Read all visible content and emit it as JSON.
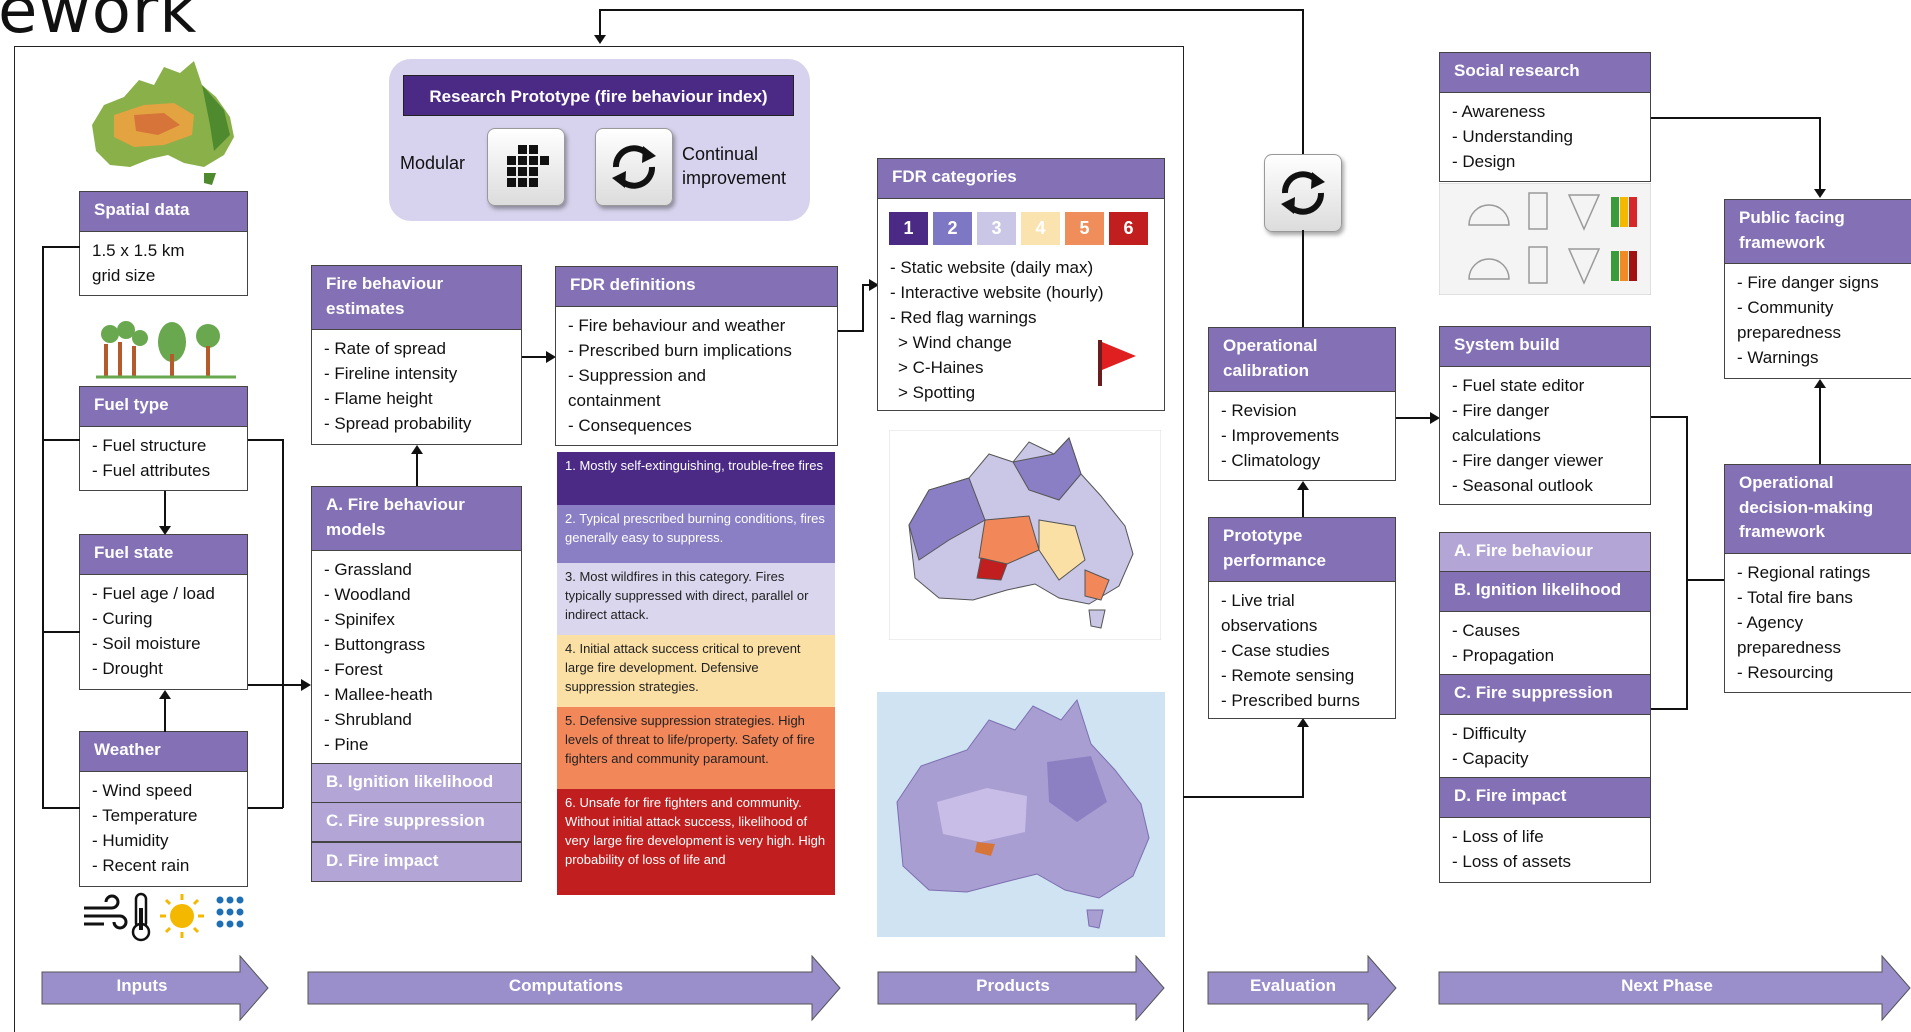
{
  "title_fragment": "ework",
  "research_prototype": {
    "title": "Research Prototype (fire behaviour index)",
    "modular": "Modular",
    "continual_1": "Continual",
    "continual_2": "improvement"
  },
  "inputs": {
    "spatial": {
      "title": "Spatial data",
      "lines": [
        "1.5 x 1.5 km",
        "grid size"
      ]
    },
    "fuel_type": {
      "title": "Fuel type",
      "lines": [
        "- Fuel structure",
        "- Fuel attributes"
      ]
    },
    "fuel_state": {
      "title": "Fuel state",
      "lines": [
        "- Fuel age / load",
        "- Curing",
        "- Soil moisture",
        "- Drought"
      ]
    },
    "weather": {
      "title": "Weather",
      "lines": [
        "- Wind speed",
        "- Temperature",
        "- Humidity",
        "- Recent rain"
      ]
    }
  },
  "computations": {
    "fb_estimates": {
      "title_1": "Fire behaviour",
      "title_2": "estimates",
      "lines": [
        "- Rate of spread",
        "- Fireline intensity",
        "- Flame height",
        "- Spread probability"
      ]
    },
    "fb_models": {
      "title_1": "A. Fire behaviour",
      "title_2": "models",
      "lines": [
        "- Grassland",
        "- Woodland",
        "- Spinifex",
        "- Buttongrass",
        "- Forest",
        "- Mallee-heath",
        "- Shrubland",
        "- Pine"
      ]
    },
    "ignition": "B. Ignition likelihood",
    "suppression": "C. Fire suppression",
    "impact": "D. Fire impact",
    "fdr_definitions": {
      "title": "FDR definitions",
      "lines": [
        "- Fire behaviour and weather",
        "- Prescribed burn implications",
        "- Suppression and",
        "containment",
        "- Consequences"
      ]
    },
    "categories": [
      {
        "text": "1. Mostly self-extinguishing, trouble-free fires",
        "bg": "#4b2a85",
        "fg": "#ffffff"
      },
      {
        "text": "2. Typical prescribed burning conditions, fires generally easy to suppress.",
        "bg": "#8a7fc4",
        "fg": "#ffffff"
      },
      {
        "text": "3. Most wildfires in this category. Fires typically suppressed with direct, parallel or indirect attack.",
        "bg": "#d9d6ee",
        "fg": "#222222"
      },
      {
        "text": "4. Initial attack success critical to prevent large fire development. Defensive suppression strategies.",
        "bg": "#fbe0a6",
        "fg": "#222222"
      },
      {
        "text": "5. Defensive suppression strategies. High levels of threat to life/property. Safety of fire fighters and community paramount.",
        "bg": "#f2875a",
        "fg": "#222222"
      },
      {
        "text": "6. Unsafe for fire fighters and community. Without initial attack success, likelihood of very large fire development is very high. High probability of loss of life and",
        "bg": "#c11f1f",
        "fg": "#ffffff"
      }
    ]
  },
  "products": {
    "fdr_categories": {
      "title": "FDR categories",
      "numbers": [
        "1",
        "2",
        "3",
        "4",
        "5",
        "6"
      ],
      "number_colors": [
        "#4b2a85",
        "#7e77c3",
        "#c9c6e6",
        "#fbe3b0",
        "#ef8d5b",
        "#c11f1f"
      ],
      "lines": [
        "- Static website (daily max)",
        "- Interactive website (hourly)",
        "- Red flag warnings",
        "> Wind change",
        "> C-Haines",
        "> Spotting"
      ]
    }
  },
  "evaluation": {
    "calibration": {
      "title_1": "Operational",
      "title_2": "calibration",
      "lines": [
        "- Revision",
        "- Improvements",
        "- Climatology"
      ]
    },
    "performance": {
      "title_1": "Prototype",
      "title_2": "performance",
      "lines": [
        "- Live trial",
        "observations",
        "- Case studies",
        "- Remote  sensing",
        "- Prescribed burns"
      ]
    }
  },
  "next_phase": {
    "social": {
      "title": "Social research",
      "lines": [
        "- Awareness",
        "- Understanding",
        "- Design"
      ]
    },
    "system": {
      "title": "System build",
      "lines": [
        "- Fuel state editor",
        "- Fire danger",
        "calculations",
        "- Fire danger viewer",
        "- Seasonal outlook"
      ]
    },
    "a_fire": "A. Fire behaviour",
    "b_ign": "B. Ignition likelihood",
    "b_lines": [
      "- Causes",
      "- Propagation"
    ],
    "c_sup": "C. Fire suppression",
    "c_lines": [
      "- Difficulty",
      "- Capacity"
    ],
    "d_imp": "D. Fire impact",
    "d_lines": [
      "- Loss of life",
      "- Loss of assets"
    ],
    "public": {
      "title_1": "Public facing",
      "title_2": "framework",
      "lines": [
        "- Fire danger signs",
        "- Community",
        "preparedness",
        "- Warnings"
      ]
    },
    "decision": {
      "title_1": "Operational",
      "title_2": "decision-making",
      "title_3": "framework",
      "lines": [
        "- Regional ratings",
        "- Total fire bans",
        "- Agency",
        "preparedness",
        "- Resourcing"
      ]
    }
  },
  "phases": [
    "Inputs",
    "Computations",
    "Products",
    "Evaluation",
    "Next Phase"
  ],
  "colors": {
    "header": "#8471b5",
    "header_light": "#b3a6d6",
    "phase_arrow": "#9a8ecb",
    "prototype_bg": "#d7d3ee",
    "prototype_title": "#4b2a85"
  },
  "icons": [
    "australia-map-icon",
    "trees-icon",
    "weather-icons",
    "grid-icon",
    "refresh-icon",
    "red-flag-icon"
  ]
}
